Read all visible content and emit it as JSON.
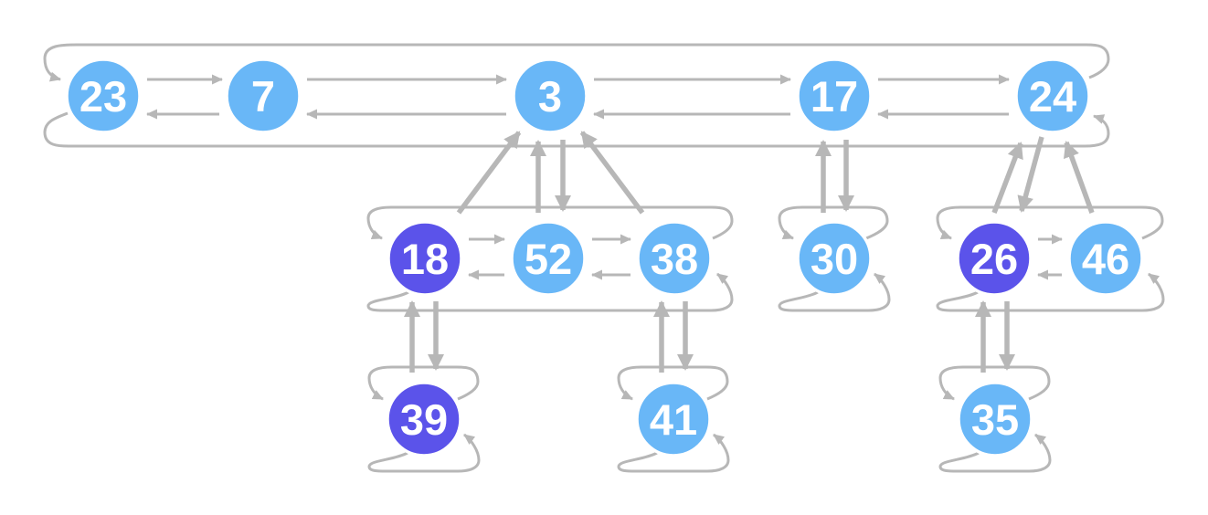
{
  "colors": {
    "node_blue": "#69b7f7",
    "node_purple": "#5b53ea",
    "arrow_gray": "#b7b7b7",
    "label_white": "#ffffff",
    "background": "#ffffff"
  },
  "nodes": [
    {
      "id": "23",
      "label": "23",
      "color": "blue",
      "level": 1
    },
    {
      "id": "7",
      "label": "7",
      "color": "blue",
      "level": 1
    },
    {
      "id": "3",
      "label": "3",
      "color": "blue",
      "level": 1
    },
    {
      "id": "17",
      "label": "17",
      "color": "blue",
      "level": 1
    },
    {
      "id": "24",
      "label": "24",
      "color": "blue",
      "level": 1
    },
    {
      "id": "18",
      "label": "18",
      "color": "purple",
      "level": 2
    },
    {
      "id": "52",
      "label": "52",
      "color": "blue",
      "level": 2
    },
    {
      "id": "38",
      "label": "38",
      "color": "blue",
      "level": 2
    },
    {
      "id": "30",
      "label": "30",
      "color": "blue",
      "level": 2
    },
    {
      "id": "26",
      "label": "26",
      "color": "purple",
      "level": 2
    },
    {
      "id": "46",
      "label": "46",
      "color": "blue",
      "level": 2
    },
    {
      "id": "39",
      "label": "39",
      "color": "purple",
      "level": 3
    },
    {
      "id": "41",
      "label": "41",
      "color": "blue",
      "level": 3
    },
    {
      "id": "35",
      "label": "35",
      "color": "blue",
      "level": 3
    }
  ],
  "root_list_order": [
    "23",
    "7",
    "3",
    "17",
    "24"
  ],
  "circular_lists": [
    {
      "members": [
        "23",
        "7",
        "3",
        "17",
        "24"
      ],
      "wrap_next": [
        "24",
        "23"
      ],
      "wrap_prev": [
        "23",
        "24"
      ]
    },
    {
      "members": [
        "18",
        "52",
        "38"
      ],
      "wrap_next": [
        "38",
        "18"
      ],
      "wrap_prev": [
        "18",
        "38"
      ]
    },
    {
      "members": [
        "30"
      ],
      "wrap_next": [
        "30",
        "30"
      ],
      "wrap_prev": [
        "30",
        "30"
      ]
    },
    {
      "members": [
        "26",
        "46"
      ],
      "wrap_next": [
        "46",
        "26"
      ],
      "wrap_prev": [
        "26",
        "46"
      ]
    },
    {
      "members": [
        "39"
      ],
      "wrap_next": [
        "39",
        "39"
      ],
      "wrap_prev": [
        "39",
        "39"
      ]
    },
    {
      "members": [
        "41"
      ],
      "wrap_next": [
        "41",
        "41"
      ],
      "wrap_prev": [
        "41",
        "41"
      ]
    },
    {
      "members": [
        "35"
      ],
      "wrap_next": [
        "35",
        "35"
      ],
      "wrap_prev": [
        "35",
        "35"
      ]
    }
  ],
  "parent_pointers": [
    [
      "18",
      "3"
    ],
    [
      "52",
      "3"
    ],
    [
      "38",
      "3"
    ],
    [
      "30",
      "17"
    ],
    [
      "26",
      "24"
    ],
    [
      "46",
      "24"
    ],
    [
      "39",
      "18"
    ],
    [
      "41",
      "38"
    ],
    [
      "35",
      "26"
    ]
  ],
  "child_pointers": [
    [
      "3",
      "52"
    ],
    [
      "17",
      "30"
    ],
    [
      "24",
      "26"
    ],
    [
      "18",
      "39"
    ],
    [
      "38",
      "41"
    ],
    [
      "26",
      "35"
    ]
  ]
}
